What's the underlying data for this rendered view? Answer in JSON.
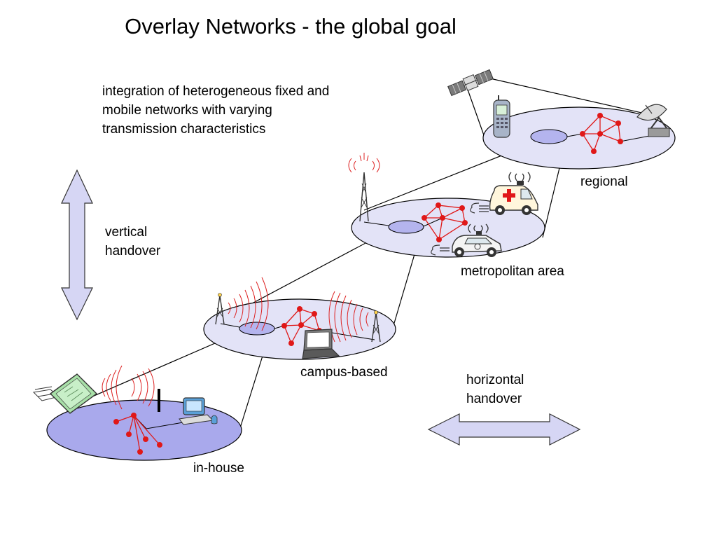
{
  "title": "Overlay Networks - the global goal",
  "intro_lines": [
    "integration of heterogeneous fixed and",
    "mobile networks with varying",
    "transmission characteristics"
  ],
  "vertical_handover_lines": [
    "vertical",
    "handover"
  ],
  "horizontal_handover_lines": [
    "horizontal",
    "handover"
  ],
  "network_levels": {
    "regional": "regional",
    "metropolitan": "metropolitan area",
    "campus": "campus-based",
    "inhouse": "in-house"
  },
  "colors": {
    "disc_fill": "#e3e3f7",
    "inhouse_fill": "#a9a9ec",
    "hub_fill": "#b4b4ee",
    "arrow_fill": "#d6d6f4",
    "node": "#ee1111",
    "link": "#ee1111",
    "wave": "#dd2222",
    "outline": "#000000"
  }
}
